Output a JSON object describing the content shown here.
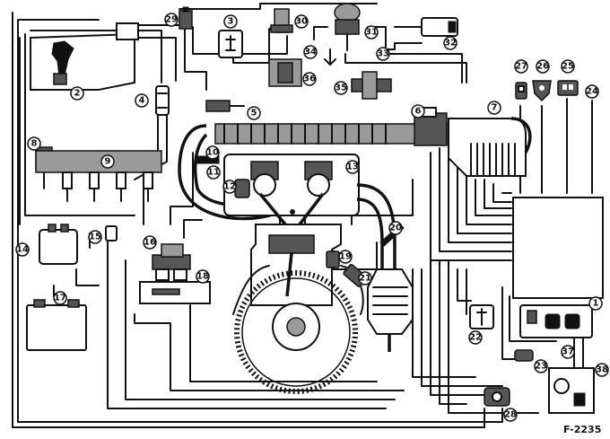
{
  "figure_code": "F-2235",
  "callouts": [
    {
      "n": "1"
    },
    {
      "n": "2"
    },
    {
      "n": "3"
    },
    {
      "n": "4"
    },
    {
      "n": "5"
    },
    {
      "n": "6"
    },
    {
      "n": "7"
    },
    {
      "n": "8"
    },
    {
      "n": "9"
    },
    {
      "n": "10"
    },
    {
      "n": "11"
    },
    {
      "n": "12"
    },
    {
      "n": "13"
    },
    {
      "n": "14"
    },
    {
      "n": "15"
    },
    {
      "n": "16"
    },
    {
      "n": "17"
    },
    {
      "n": "18"
    },
    {
      "n": "19"
    },
    {
      "n": "20"
    },
    {
      "n": "21"
    },
    {
      "n": "22"
    },
    {
      "n": "23"
    },
    {
      "n": "24"
    },
    {
      "n": "25"
    },
    {
      "n": "26"
    },
    {
      "n": "27"
    },
    {
      "n": "28"
    },
    {
      "n": "29"
    },
    {
      "n": "30"
    },
    {
      "n": "31"
    },
    {
      "n": "32"
    },
    {
      "n": "33"
    },
    {
      "n": "34"
    },
    {
      "n": "35"
    },
    {
      "n": "36"
    },
    {
      "n": "37"
    },
    {
      "n": "38"
    }
  ]
}
